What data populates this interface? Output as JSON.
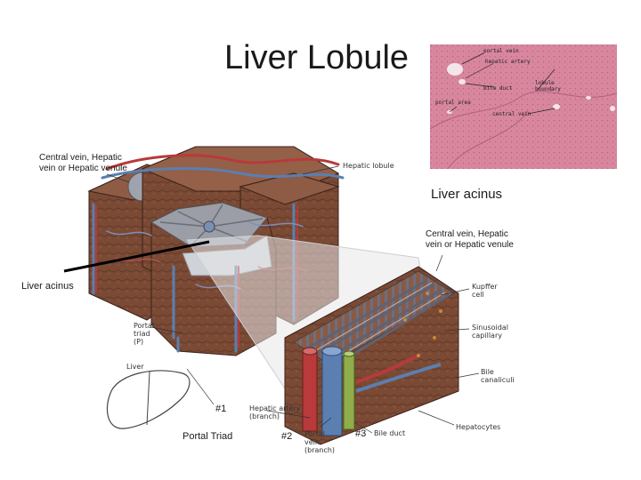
{
  "slide": {
    "title": "Liver Lobule",
    "label_central_vein_left": "Central vein, Hepatic vein or Hepatic venule",
    "label_central_vein_right": "Central vein, Hepatic vein or Hepatic venule",
    "label_liver_acinus_right": "Liver acinus",
    "label_liver_acinus_left": "Liver acinus",
    "label_num1": "#1",
    "label_num2": "#2",
    "label_num3": "#3",
    "label_portal_triad": "Portal Triad"
  },
  "figure": {
    "hepatic_lobule": "Hepatic lobule",
    "portal_triad": "Portal triad (P)",
    "liver": "Liver",
    "kupffer_cell": "Kupffer cell",
    "sinusoidal_capillary": "Sinusoidal capillary",
    "bile_canaliculi": "Bile canaliculi",
    "hepatocytes": "Hepatocytes",
    "hepatic_artery_branch": "Hepatic artery (branch)",
    "portal_vein_branch": "Portal vein (branch)",
    "bile_duct": "Bile duct"
  },
  "micrograph": {
    "portal_vein": "portal vein",
    "hepatic_artery": "hepatic artery",
    "bile_duct": "bile duct",
    "lobule_boundary": "lobule boundary",
    "portal_area": "portal area",
    "central_vein": "central vein"
  },
  "colors": {
    "tissue": "#7a4a35",
    "vein_blue": "#5b7fb0",
    "artery_red": "#b83a3a",
    "bile_green": "#8fae4a",
    "histology_pink": "#d8879f"
  }
}
